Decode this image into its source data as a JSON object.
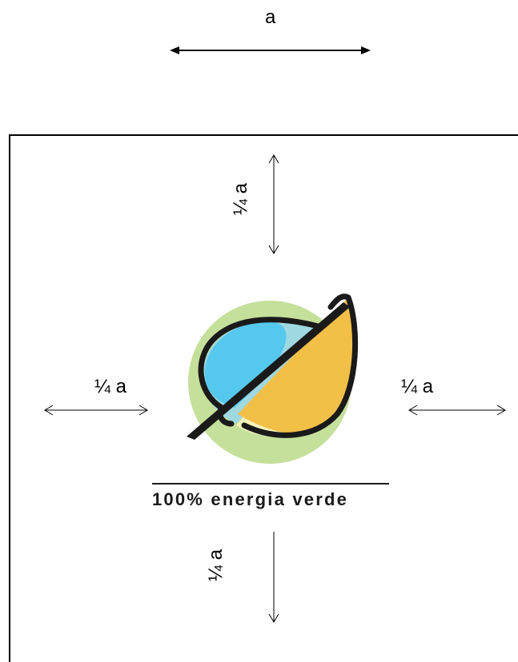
{
  "dimensions": {
    "width_label": "a",
    "top_margin_label": "¼ a",
    "bottom_margin_label": "¼ a",
    "left_margin_label": "¼ a",
    "right_margin_label": "¼ a"
  },
  "logo": {
    "caption": "100% energia verde",
    "colors": {
      "ring": "#c5e09b",
      "drop_blue": "#55c8ee",
      "drop_light_blue": "#9fd8e0",
      "leaf_yellow": "#f2bf47",
      "leaf_cream": "#f5f3b9",
      "outline": "#1a1a1a"
    }
  }
}
